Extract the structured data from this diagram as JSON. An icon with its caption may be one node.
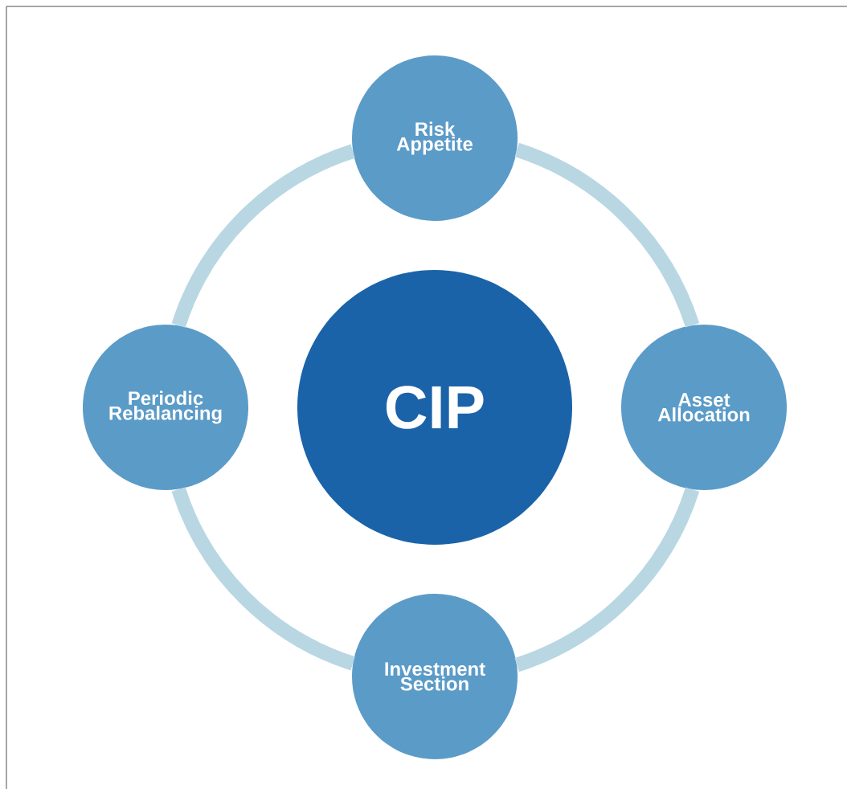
{
  "diagram": {
    "nodes": [
      {
        "text": [
          "CIP"
        ]
      },
      {
        "text": [
          "Risk Appetite"
        ]
      },
      {
        "text": [
          "Asset Allocation"
        ]
      },
      {
        "text": [
          "Investment Section"
        ]
      },
      {
        "text": [
          "Periodic Rebalancing"
        ]
      }
    ],
    "edges": [
      {
        "from": 1,
        "to": 2,
        "arrow": "none"
      },
      {
        "from": 2,
        "to": 3,
        "arrow": "none"
      },
      {
        "from": 3,
        "to": 4,
        "arrow": "none"
      },
      {
        "from": 4,
        "to": 1,
        "arrow": "none"
      }
    ]
  }
}
